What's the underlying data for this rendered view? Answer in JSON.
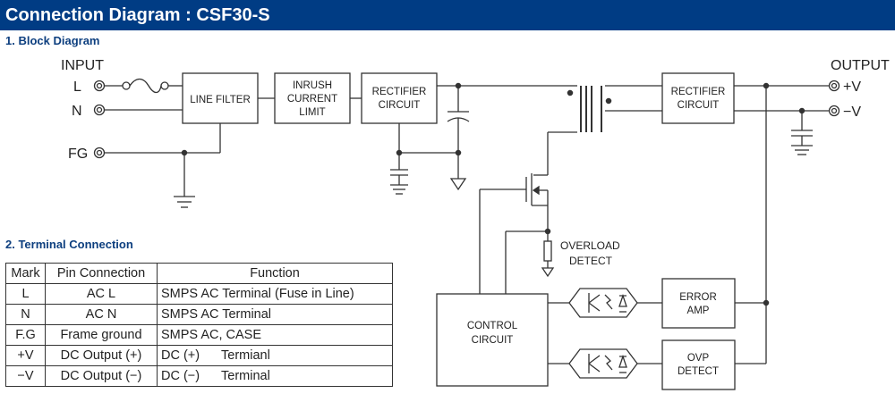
{
  "title": "Connection Diagram : CSF30-S",
  "block_diagram": {
    "heading": "1. Block Diagram",
    "input_label": "INPUT",
    "output_label": "OUTPUT",
    "terminals": {
      "l": "L",
      "n": "N",
      "fg": "FG",
      "pos": "+V",
      "neg": "−V"
    },
    "blocks": {
      "line_filter": [
        "LINE FILTER"
      ],
      "inrush": [
        "INRUSH",
        "CURRENT",
        "LIMIT"
      ],
      "rectifier_in": [
        "RECTIFIER",
        "CIRCUIT"
      ],
      "rectifier_out": [
        "RECTIFIER",
        "CIRCUIT"
      ],
      "control": [
        "CONTROL",
        "CIRCUIT"
      ],
      "error_amp": [
        "ERROR",
        "AMP"
      ],
      "ovp_detect": [
        "OVP",
        "DETECT"
      ]
    },
    "overload_detect": [
      "OVERLOAD",
      "DETECT"
    ]
  },
  "terminal_connection": {
    "heading": "2. Terminal Connection",
    "columns": [
      "Mark",
      "Pin Connection",
      "Function"
    ],
    "rows": [
      {
        "mark": "L",
        "pin": "AC L",
        "function": "SMPS AC Terminal (Fuse in Line)"
      },
      {
        "mark": "N",
        "pin": "AC N",
        "function": "SMPS AC Terminal"
      },
      {
        "mark": "F.G",
        "pin": "Frame ground",
        "function": "SMPS AC, CASE"
      },
      {
        "mark": "+V",
        "pin": "DC Output (+)",
        "function": "DC (+)      Termianl"
      },
      {
        "mark": "−V",
        "pin": "DC Output (−)",
        "function": "DC (−)      Terminal"
      }
    ]
  }
}
